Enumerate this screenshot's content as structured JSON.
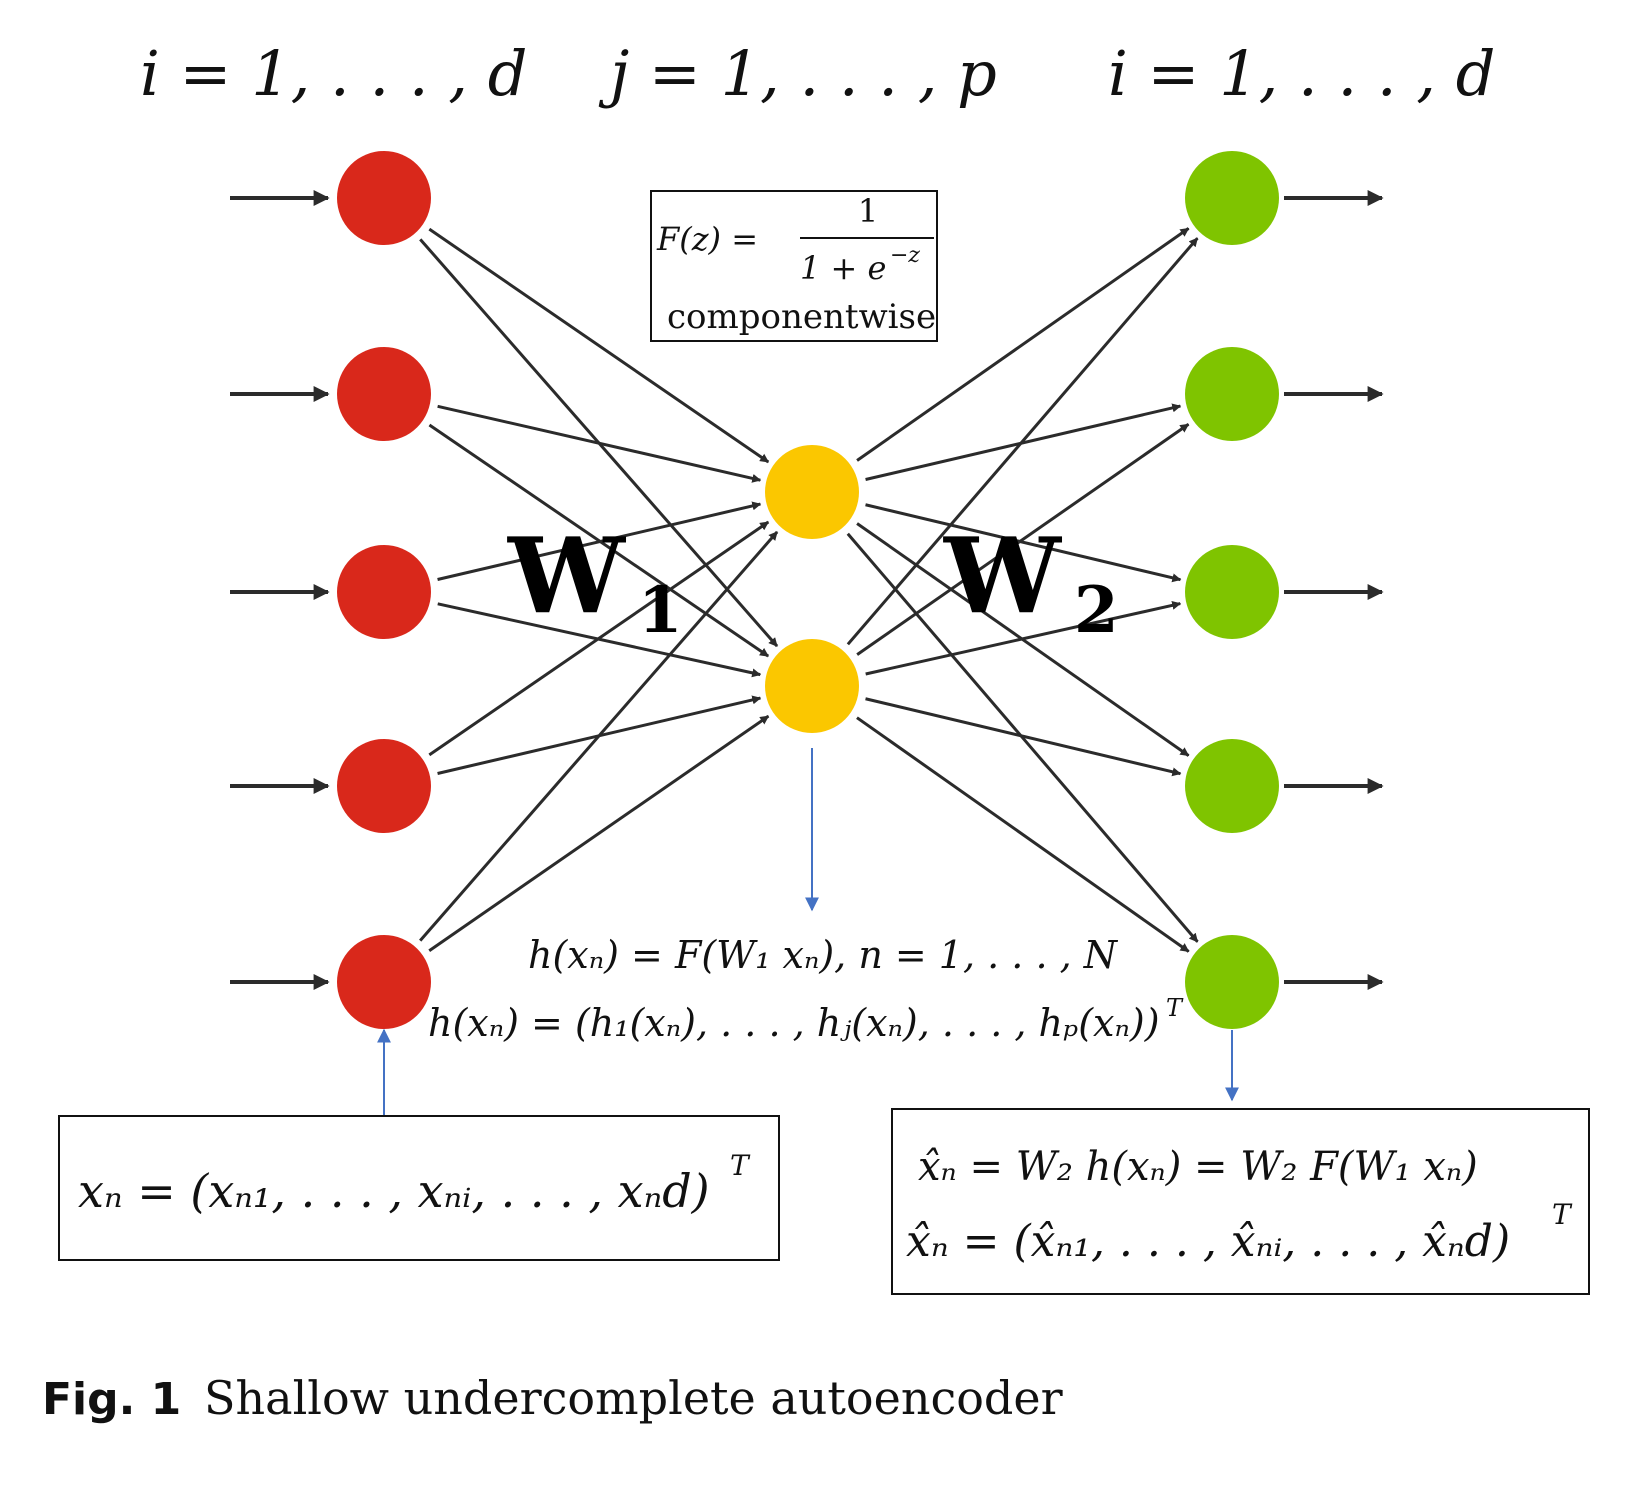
{
  "header": {
    "input_index": "i = 1, . . . , d",
    "hidden_index": "j = 1, . . . , p",
    "output_index": "i = 1, . . . , d"
  },
  "activation_box": {
    "lhs": "F(z) =",
    "numerator": "1",
    "denominator": "1 + e",
    "denominator_exp": "−z",
    "note": "componentwise"
  },
  "weights": {
    "w1_base": "W",
    "w1_sub": "1",
    "w2_base": "W",
    "w2_sub": "2"
  },
  "hidden_equations": {
    "line1": "h(xₙ) = F(W₁ xₙ), n = 1, . . . , N",
    "line2": "h(xₙ) = (h₁(xₙ), . . . , hⱼ(xₙ), . . . , hₚ(xₙ))",
    "line2_sup": "T"
  },
  "input_box": {
    "text": "xₙ = (xₙ₁, . . . , xₙᵢ, . . . , xₙd)",
    "sup": "T"
  },
  "output_box": {
    "line1": "x̂ₙ = W₂ h(xₙ) = W₂ F(W₁ xₙ)",
    "line2": "x̂ₙ = (x̂ₙ₁, . . . , x̂ₙᵢ, . . . , x̂ₙd)",
    "line2_sup": "T"
  },
  "caption": {
    "label": "Fig. 1",
    "text": "Shallow undercomplete autoencoder"
  },
  "colors": {
    "input_node": "#d9281b",
    "hidden_node": "#fbc700",
    "output_node": "#7fc400",
    "edge": "#2b2b2b",
    "pointer": "#4472c4"
  },
  "icons": {
    "node": "filled-circle",
    "edge": "arrow-right"
  },
  "network": {
    "input_count": 5,
    "hidden_count": 2,
    "output_count": 5
  }
}
